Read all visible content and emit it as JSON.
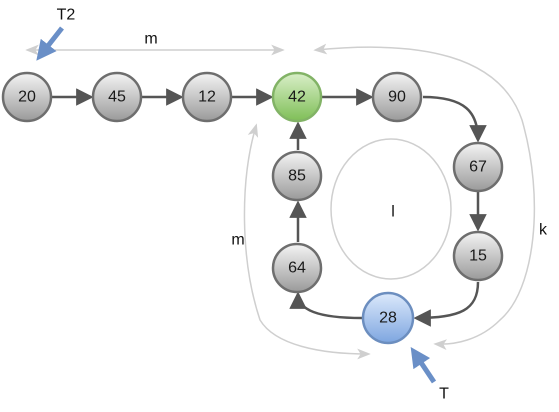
{
  "colors": {
    "node_gray_top": "#f4f4f4",
    "node_gray_bottom": "#9a9a9a",
    "node_green_top": "#d9efc8",
    "node_green_bottom": "#7fbf57",
    "node_blue_top": "#dce9fb",
    "node_blue_bottom": "#7ea6e0",
    "edge": "#555555",
    "measure": "#cfcfcf",
    "pointer": "#6a8fc7"
  },
  "nodes": [
    {
      "id": "n20",
      "label": "20",
      "kind": "gray"
    },
    {
      "id": "n45",
      "label": "45",
      "kind": "gray"
    },
    {
      "id": "n12",
      "label": "12",
      "kind": "gray"
    },
    {
      "id": "n42",
      "label": "42",
      "kind": "green"
    },
    {
      "id": "n90",
      "label": "90",
      "kind": "gray"
    },
    {
      "id": "n67",
      "label": "67",
      "kind": "gray"
    },
    {
      "id": "n15",
      "label": "15",
      "kind": "gray"
    },
    {
      "id": "n28",
      "label": "28",
      "kind": "blue"
    },
    {
      "id": "n64",
      "label": "64",
      "kind": "gray"
    },
    {
      "id": "n85",
      "label": "85",
      "kind": "gray"
    }
  ],
  "edges": [
    {
      "from": "n20",
      "to": "n45"
    },
    {
      "from": "n45",
      "to": "n12"
    },
    {
      "from": "n12",
      "to": "n42"
    },
    {
      "from": "n42",
      "to": "n90"
    },
    {
      "from": "n90",
      "to": "n67"
    },
    {
      "from": "n67",
      "to": "n15"
    },
    {
      "from": "n15",
      "to": "n28"
    },
    {
      "from": "n28",
      "to": "n64"
    },
    {
      "from": "n64",
      "to": "n85"
    },
    {
      "from": "n85",
      "to": "n42"
    }
  ],
  "labels": {
    "pointer_top": "T2",
    "pointer_bottom": "T",
    "measure_top": "m",
    "measure_left": "m",
    "measure_right": "k",
    "loop_center": "l"
  }
}
